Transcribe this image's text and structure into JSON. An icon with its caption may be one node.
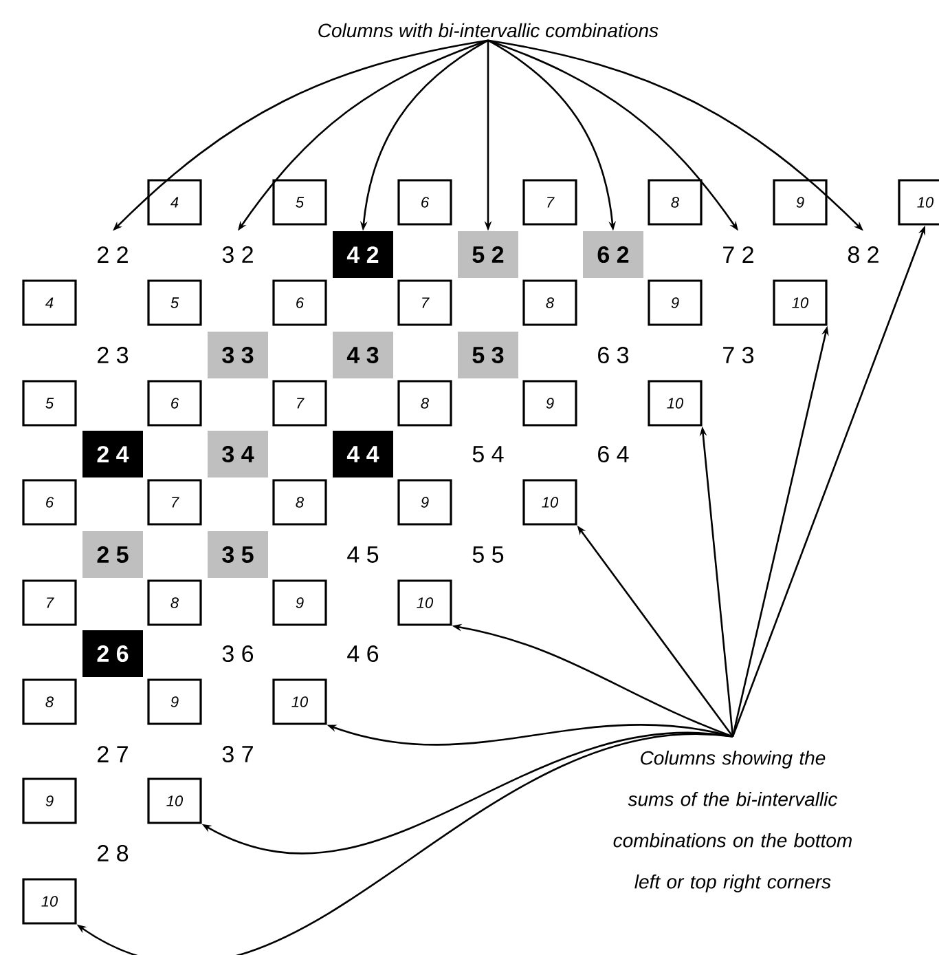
{
  "diagram": {
    "nodes": [
      {
        "text": [
          "Columns with bi-intervallic combinations"
        ]
      },
      {
        "text": [
          "4"
        ]
      },
      {
        "text": [
          "5"
        ]
      },
      {
        "text": [
          "6"
        ]
      },
      {
        "text": [
          "7"
        ]
      },
      {
        "text": [
          "8"
        ]
      },
      {
        "text": [
          "9"
        ]
      },
      {
        "text": [
          "10"
        ]
      },
      {
        "text": [
          "2 2"
        ]
      },
      {
        "text": [
          "3 2"
        ]
      },
      {
        "text": [
          "4 2"
        ]
      },
      {
        "text": [
          "5 2"
        ]
      },
      {
        "text": [
          "6 2"
        ]
      },
      {
        "text": [
          "7 2"
        ]
      },
      {
        "text": [
          "8 2"
        ]
      },
      {
        "text": [
          "4"
        ]
      },
      {
        "text": [
          "5"
        ]
      },
      {
        "text": [
          "6"
        ]
      },
      {
        "text": [
          "7"
        ]
      },
      {
        "text": [
          "8"
        ]
      },
      {
        "text": [
          "9"
        ]
      },
      {
        "text": [
          "10"
        ]
      },
      {
        "text": [
          "2 3"
        ]
      },
      {
        "text": [
          "3 3"
        ]
      },
      {
        "text": [
          "4 3"
        ]
      },
      {
        "text": [
          "5 3"
        ]
      },
      {
        "text": [
          "6 3"
        ]
      },
      {
        "text": [
          "7 3"
        ]
      },
      {
        "text": [
          "5"
        ]
      },
      {
        "text": [
          "6"
        ]
      },
      {
        "text": [
          "7"
        ]
      },
      {
        "text": [
          "8"
        ]
      },
      {
        "text": [
          "9"
        ]
      },
      {
        "text": [
          "10"
        ]
      },
      {
        "text": [
          "2 4"
        ]
      },
      {
        "text": [
          "3 4"
        ]
      },
      {
        "text": [
          "4 4"
        ]
      },
      {
        "text": [
          "5 4"
        ]
      },
      {
        "text": [
          "6 4"
        ]
      },
      {
        "text": [
          "6"
        ]
      },
      {
        "text": [
          "7"
        ]
      },
      {
        "text": [
          "8"
        ]
      },
      {
        "text": [
          "9"
        ]
      },
      {
        "text": [
          "10"
        ]
      },
      {
        "text": [
          "2 5"
        ]
      },
      {
        "text": [
          "3 5"
        ]
      },
      {
        "text": [
          "4 5"
        ]
      },
      {
        "text": [
          "5 5"
        ]
      },
      {
        "text": [
          "7"
        ]
      },
      {
        "text": [
          "8"
        ]
      },
      {
        "text": [
          "9"
        ]
      },
      {
        "text": [
          "10"
        ]
      },
      {
        "text": [
          "2 6"
        ]
      },
      {
        "text": [
          "3 6"
        ]
      },
      {
        "text": [
          "4 6"
        ]
      },
      {
        "text": [
          "8"
        ]
      },
      {
        "text": [
          "9"
        ]
      },
      {
        "text": [
          "10"
        ]
      },
      {
        "text": [
          "2 7"
        ]
      },
      {
        "text": [
          "3 7"
        ]
      },
      {
        "text": [
          "9"
        ]
      },
      {
        "text": [
          "10"
        ]
      },
      {
        "text": [
          "2 8"
        ]
      },
      {
        "text": [
          "10"
        ]
      },
      {
        "text": [
          "Columns showing the sums of the bi-intervallic combinations on the bottom left or top right corners"
        ]
      }
    ],
    "edges": [
      {
        "from": 0,
        "to": 8,
        "arrow": "to"
      },
      {
        "from": 0,
        "to": 9,
        "arrow": "to"
      },
      {
        "from": 0,
        "to": 10,
        "arrow": "to"
      },
      {
        "from": 0,
        "to": 11,
        "arrow": "to"
      },
      {
        "from": 0,
        "to": 12,
        "arrow": "to"
      },
      {
        "from": 0,
        "to": 13,
        "arrow": "to"
      },
      {
        "from": 0,
        "to": 14,
        "arrow": "to"
      },
      {
        "from": 64,
        "to": 7,
        "arrow": "to"
      },
      {
        "from": 64,
        "to": 21,
        "arrow": "to"
      },
      {
        "from": 64,
        "to": 33,
        "arrow": "to"
      },
      {
        "from": 64,
        "to": 43,
        "arrow": "to"
      },
      {
        "from": 64,
        "to": 51,
        "arrow": "to"
      },
      {
        "from": 64,
        "to": 57,
        "arrow": "to"
      },
      {
        "from": 64,
        "to": 61,
        "arrow": "to"
      },
      {
        "from": 64,
        "to": 63,
        "arrow": "to"
      }
    ]
  }
}
